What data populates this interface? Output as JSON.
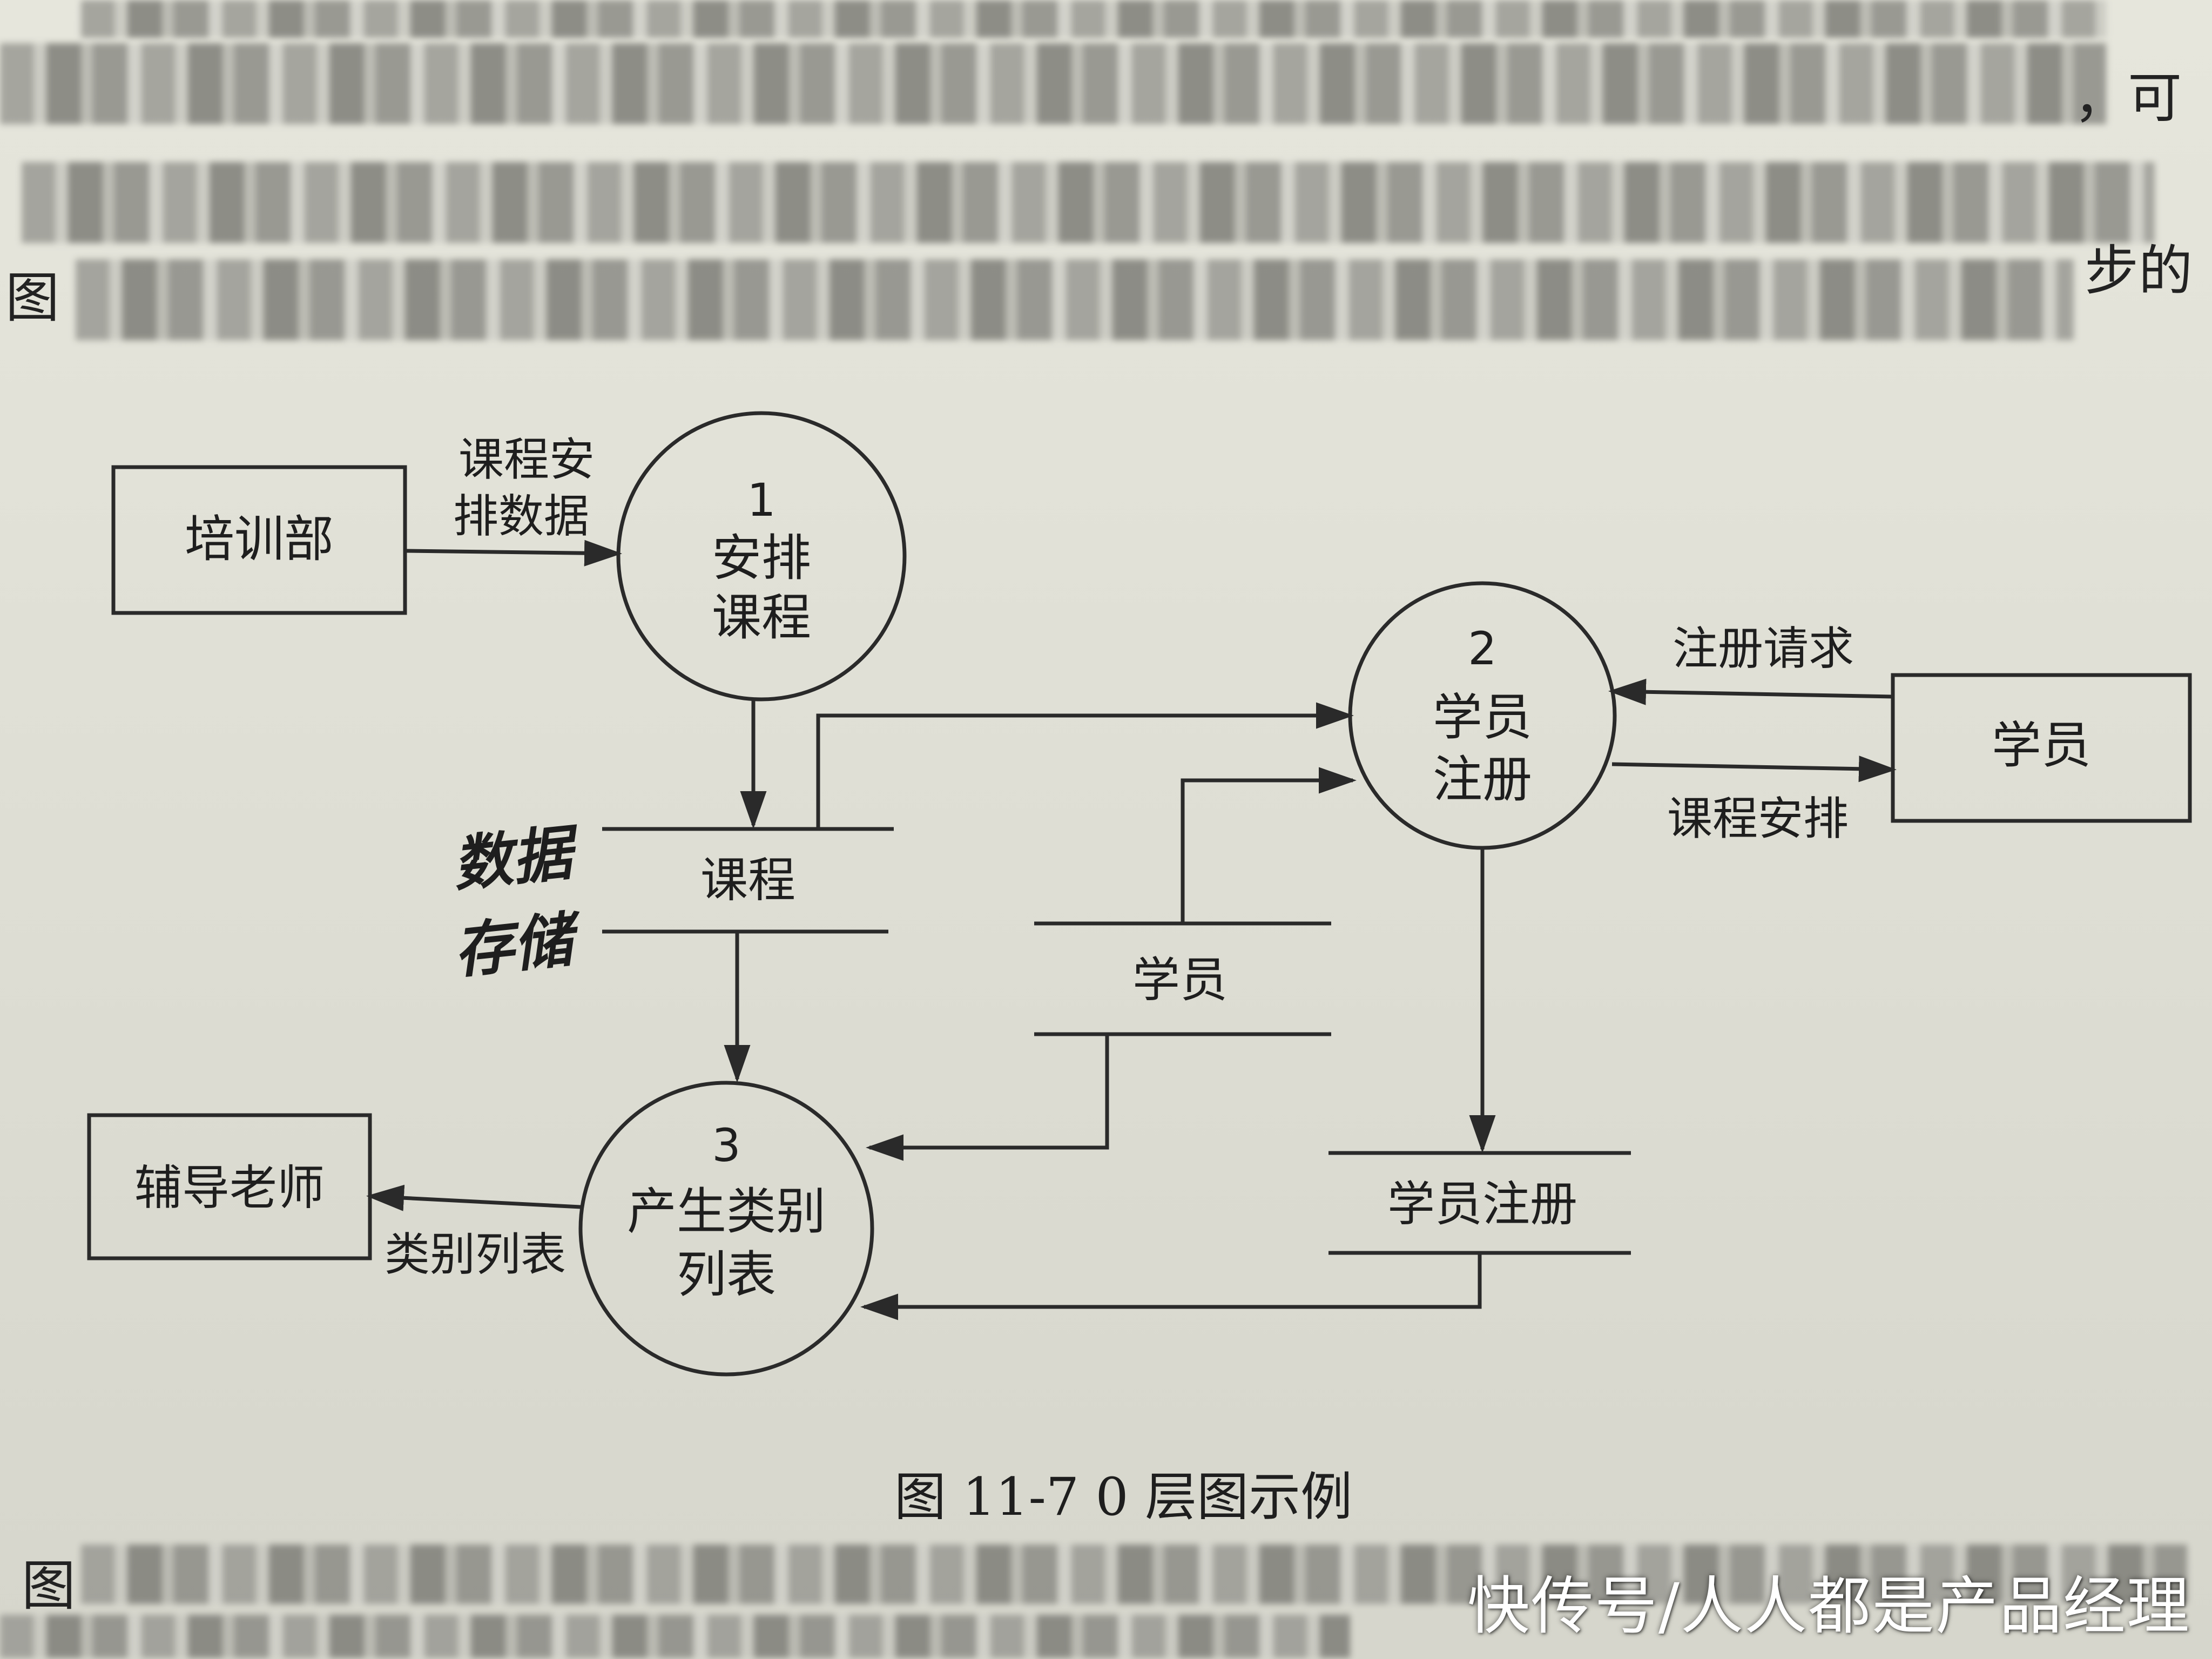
{
  "page": {
    "top_fragment_right": "，可",
    "line4_left": "图",
    "line4_right": "步的",
    "bottom_left": "图"
  },
  "diagram": {
    "processes": [
      {
        "id": "p1",
        "number": "1",
        "lines": [
          "安排",
          "课程"
        ]
      },
      {
        "id": "p2",
        "number": "2",
        "lines": [
          "学员",
          "注册"
        ]
      },
      {
        "id": "p3",
        "number": "3",
        "lines": [
          "产生类别",
          "列表"
        ]
      }
    ],
    "entities": {
      "training_dept": "培训部",
      "student": "学员",
      "tutor": "辅导老师"
    },
    "data_stores": {
      "course": "课程",
      "student": "学员",
      "registration": "学员注册"
    },
    "flows": {
      "schedule_data": [
        "课程安",
        "排数据"
      ],
      "register_request": "注册请求",
      "course_schedule": "课程安排",
      "category_list": "类别列表"
    },
    "handwritten_note": [
      "数据",
      "存储"
    ]
  },
  "caption": "图 11-7    0 层图示例",
  "watermark": "快传号/人人都是产品经理"
}
